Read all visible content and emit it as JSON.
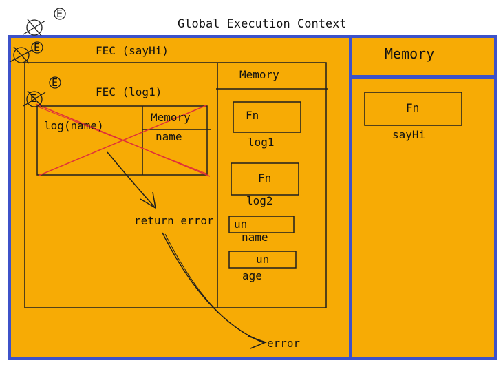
{
  "diagram": {
    "title": "Global Execution Context",
    "colors": {
      "fill": "#f7ab05",
      "border": "#3d52c9",
      "ink": "#1e1e1e",
      "strike": "#e0303a"
    },
    "global": {
      "memory": {
        "heading": "Memory",
        "cells": [
          {
            "value": "Fn",
            "label": "sayHi"
          }
        ]
      }
    },
    "fec_sayhi": {
      "title": "FEC (sayHi)",
      "memory": {
        "heading": "Memory",
        "cells": [
          {
            "value": "Fn",
            "label": "log1"
          },
          {
            "value": "Fn",
            "label": "log2"
          },
          {
            "value": "un",
            "label": "name"
          },
          {
            "value": "un",
            "label": "age"
          }
        ]
      }
    },
    "fec_log1": {
      "title": "FEC (log1)",
      "code": "log(name)",
      "memory": {
        "heading": "Memory",
        "label": "name"
      }
    },
    "markers": [
      "E",
      "E",
      "E",
      "E"
    ],
    "annotations": {
      "return_error": "return error",
      "error": "error"
    }
  }
}
